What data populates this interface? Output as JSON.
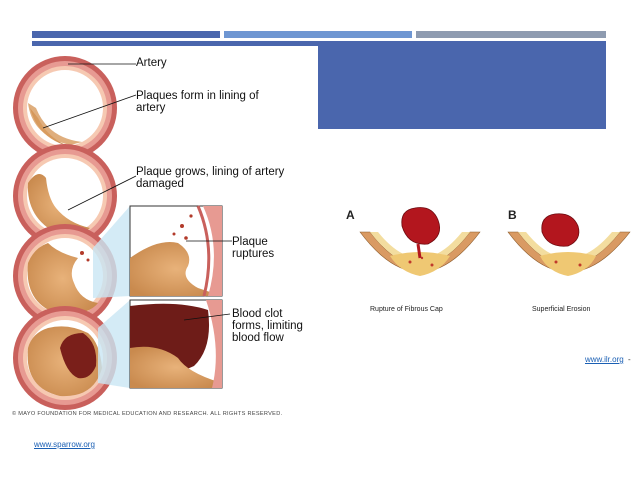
{
  "colors": {
    "accent_dark": "#4a66ad",
    "accent_light": "#6e96d2",
    "accent_gray": "#8e9bb0",
    "blue_block": "#4a66ad"
  },
  "left_figure": {
    "labels": {
      "artery": "Artery",
      "plaques_form": "Plaques form in lining of artery",
      "plaque_grows": "Plaque grows, lining of artery damaged",
      "plaque_ruptures": "Plaque ruptures",
      "blood_clot": "Blood clot forms, limiting blood flow"
    },
    "copyright": "© MAYO FOUNDATION FOR MEDICAL EDUCATION AND RESEARCH. ALL RIGHTS RESERVED.",
    "source_link": "www.sparrow.org"
  },
  "right_figure": {
    "panel_a_letter": "A",
    "panel_b_letter": "B",
    "panel_a_caption": "Rupture of Fibrous Cap",
    "panel_b_caption": "Superficial Erosion",
    "source_link": "www.ilr.org",
    "source_suffix": "-"
  }
}
